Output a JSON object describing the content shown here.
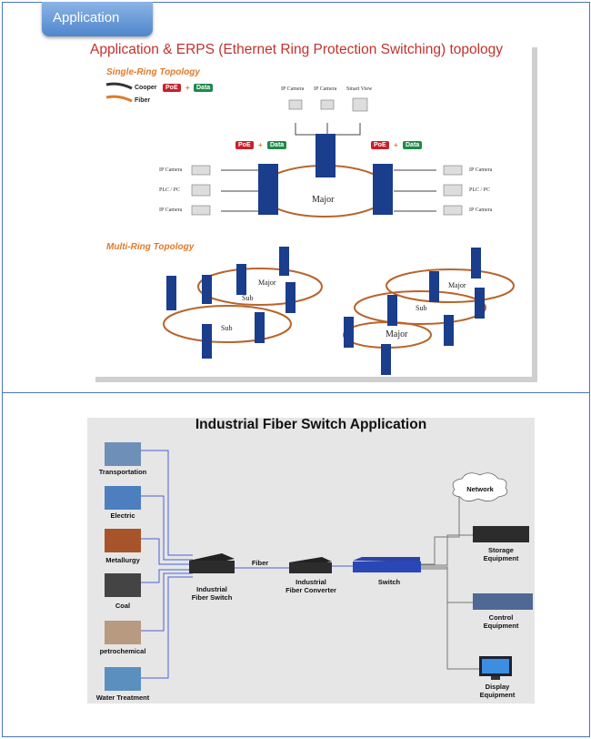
{
  "tab": {
    "label": "Application"
  },
  "top": {
    "title": "Application & ERPS (Ethernet  Ring Protection Switching) topology",
    "single_ring": "Single-Ring Topology",
    "multi_ring": "Multi-Ring Topology",
    "legend": {
      "cooper": "Cooper",
      "fiber": "Fiber",
      "poe": "PoE",
      "data": "Data",
      "plus": "+"
    },
    "top_devices": [
      "IP Camera",
      "IP Camera",
      "Smart View"
    ],
    "left_devices": [
      "IP Camera",
      "PLC / PC",
      "IP Camera"
    ],
    "right_devices": [
      "IP Camera",
      "PLC / PC",
      "IP Camera"
    ],
    "major": "Major",
    "ring_labels": {
      "sub": "Sub",
      "major": "Major"
    },
    "colors": {
      "title": "#c2322c",
      "subtitle": "#e07b2a",
      "fiber": "#b8652c",
      "poe": "#c8202a",
      "data": "#1f8a4a",
      "switch": "#1a3d8c"
    }
  },
  "bottom": {
    "title": "Industrial Fiber Switch Application",
    "sources": [
      "Transportation",
      "Electric",
      "Metallurgy",
      "Coal",
      "petrochemical",
      "Water Treatment"
    ],
    "fiber_switch": "Industrial\nFiber Switch",
    "fiber_label": "Fiber",
    "converter": "Industrial\nFiber Converter",
    "switch": "Switch",
    "network": "Network",
    "outputs": [
      "Storage\nEquipment",
      "Control\nEquipment",
      "Display\nEquipment"
    ]
  }
}
